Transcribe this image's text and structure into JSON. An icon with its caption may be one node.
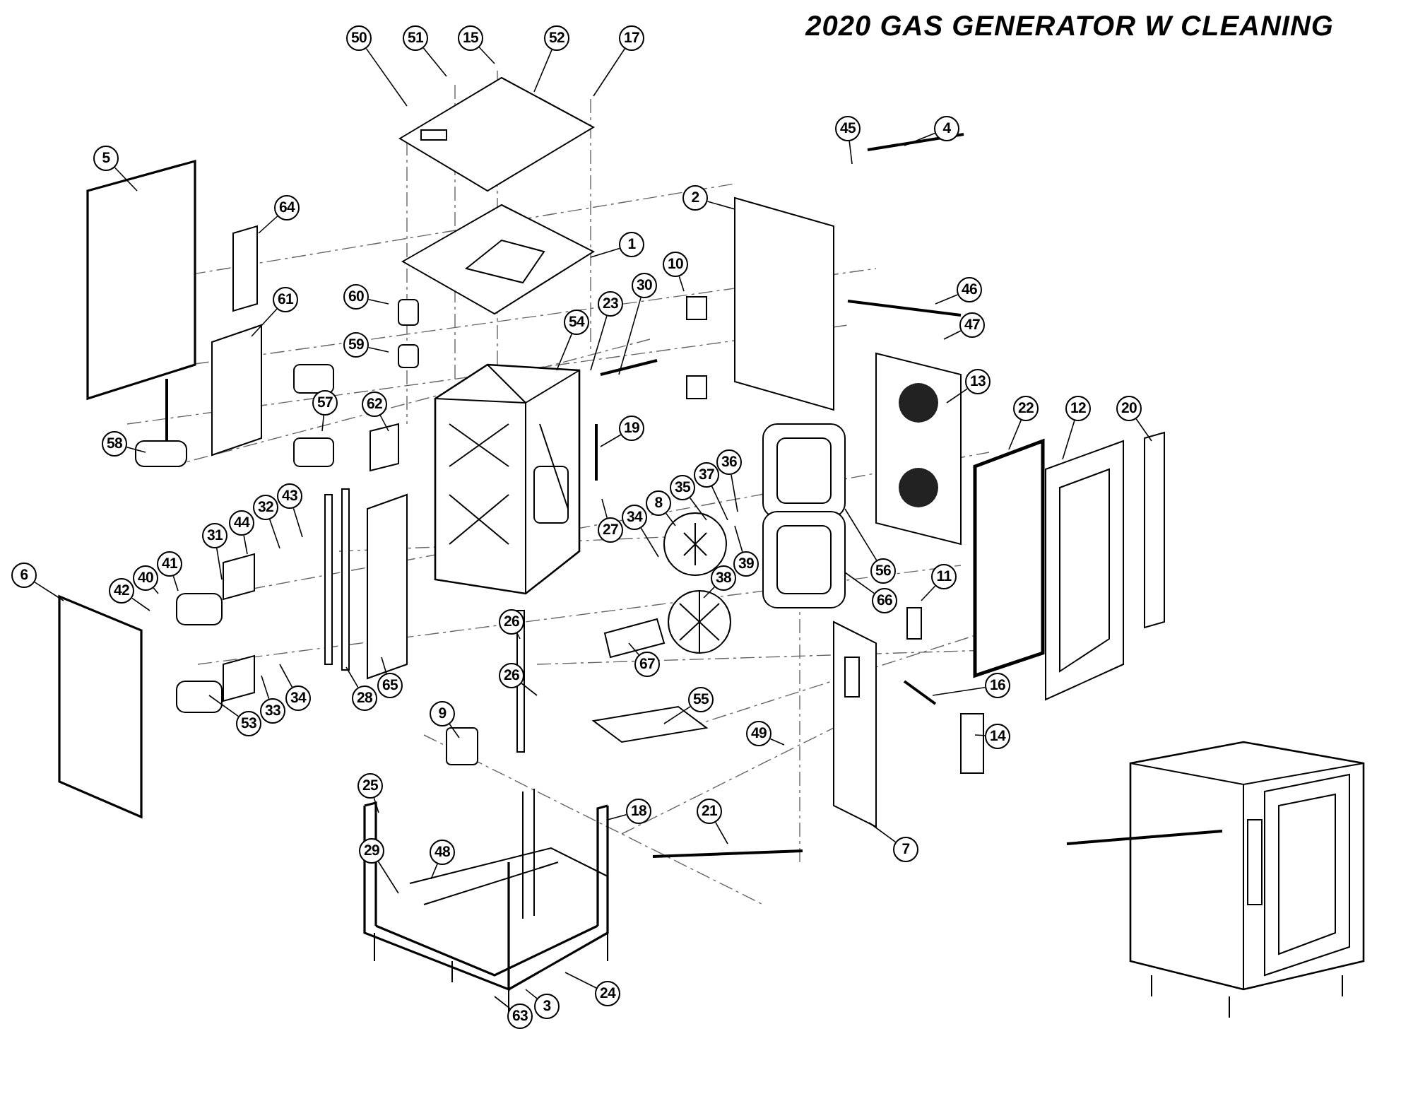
{
  "diagram": {
    "title": "2020 GAS GENERATOR W CLEANING",
    "nodes": [
      {
        "text": [
          "50"
        ]
      },
      {
        "text": [
          "51"
        ]
      },
      {
        "text": [
          "15"
        ]
      },
      {
        "text": [
          "52"
        ]
      },
      {
        "text": [
          "17"
        ]
      },
      {
        "text": [
          "45"
        ]
      },
      {
        "text": [
          "4"
        ]
      },
      {
        "text": [
          "5"
        ]
      },
      {
        "text": [
          "64"
        ]
      },
      {
        "text": [
          "2"
        ]
      },
      {
        "text": [
          "1"
        ]
      },
      {
        "text": [
          "10"
        ]
      },
      {
        "text": [
          "30"
        ]
      },
      {
        "text": [
          "46"
        ]
      },
      {
        "text": [
          "60"
        ]
      },
      {
        "text": [
          "61"
        ]
      },
      {
        "text": [
          "23"
        ]
      },
      {
        "text": [
          "54"
        ]
      },
      {
        "text": [
          "47"
        ]
      },
      {
        "text": [
          "59"
        ]
      },
      {
        "text": [
          "13"
        ]
      },
      {
        "text": [
          "57"
        ]
      },
      {
        "text": [
          "62"
        ]
      },
      {
        "text": [
          "22"
        ]
      },
      {
        "text": [
          "12"
        ]
      },
      {
        "text": [
          "20"
        ]
      },
      {
        "text": [
          "19"
        ]
      },
      {
        "text": [
          "58"
        ]
      },
      {
        "text": [
          "36"
        ]
      },
      {
        "text": [
          "37"
        ]
      },
      {
        "text": [
          "35"
        ]
      },
      {
        "text": [
          "43"
        ]
      },
      {
        "text": [
          "8"
        ]
      },
      {
        "text": [
          "32"
        ]
      },
      {
        "text": [
          "34"
        ]
      },
      {
        "text": [
          "44"
        ]
      },
      {
        "text": [
          "27"
        ]
      },
      {
        "text": [
          "31"
        ]
      },
      {
        "text": [
          "41"
        ]
      },
      {
        "text": [
          "39"
        ]
      },
      {
        "text": [
          "56"
        ]
      },
      {
        "text": [
          "40"
        ]
      },
      {
        "text": [
          "38"
        ]
      },
      {
        "text": [
          "11"
        ]
      },
      {
        "text": [
          "42"
        ]
      },
      {
        "text": [
          "66"
        ]
      },
      {
        "text": [
          "6"
        ]
      },
      {
        "text": [
          "26"
        ]
      },
      {
        "text": [
          "67"
        ]
      },
      {
        "text": [
          "26"
        ]
      },
      {
        "text": [
          "16"
        ]
      },
      {
        "text": [
          "65"
        ]
      },
      {
        "text": [
          "34"
        ]
      },
      {
        "text": [
          "28"
        ]
      },
      {
        "text": [
          "55"
        ]
      },
      {
        "text": [
          "33"
        ]
      },
      {
        "text": [
          "9"
        ]
      },
      {
        "text": [
          "53"
        ]
      },
      {
        "text": [
          "49"
        ]
      },
      {
        "text": [
          "14"
        ]
      },
      {
        "text": [
          "25"
        ]
      },
      {
        "text": [
          "18"
        ]
      },
      {
        "text": [
          "21"
        ]
      },
      {
        "text": [
          "7"
        ]
      },
      {
        "text": [
          "29"
        ]
      },
      {
        "text": [
          "48"
        ]
      },
      {
        "text": [
          "24"
        ]
      },
      {
        "text": [
          "3"
        ]
      },
      {
        "text": [
          "63"
        ]
      }
    ],
    "edges": [
      {
        "from": 0,
        "to": null,
        "arrow": "none"
      },
      {
        "from": 1,
        "to": null,
        "arrow": "none"
      },
      {
        "from": 2,
        "to": null,
        "arrow": "none"
      },
      {
        "from": 3,
        "to": null,
        "arrow": "none"
      },
      {
        "from": 4,
        "to": null,
        "arrow": "none"
      },
      {
        "from": 5,
        "to": null,
        "arrow": "none"
      },
      {
        "from": 6,
        "to": null,
        "arrow": "none"
      },
      {
        "from": 7,
        "to": null,
        "arrow": "none"
      },
      {
        "from": 8,
        "to": null,
        "arrow": "none"
      },
      {
        "from": 9,
        "to": null,
        "arrow": "none"
      },
      {
        "from": 10,
        "to": null,
        "arrow": "none"
      },
      {
        "from": 11,
        "to": null,
        "arrow": "none"
      },
      {
        "from": 12,
        "to": null,
        "arrow": "none"
      },
      {
        "from": 13,
        "to": null,
        "arrow": "none"
      },
      {
        "from": 14,
        "to": null,
        "arrow": "none"
      },
      {
        "from": 15,
        "to": null,
        "arrow": "none"
      },
      {
        "from": 16,
        "to": null,
        "arrow": "none"
      },
      {
        "from": 17,
        "to": null,
        "arrow": "none"
      },
      {
        "from": 18,
        "to": null,
        "arrow": "none"
      },
      {
        "from": 19,
        "to": null,
        "arrow": "none"
      },
      {
        "from": 20,
        "to": null,
        "arrow": "none"
      },
      {
        "from": 21,
        "to": null,
        "arrow": "none"
      },
      {
        "from": 22,
        "to": null,
        "arrow": "none"
      },
      {
        "from": 23,
        "to": null,
        "arrow": "none"
      },
      {
        "from": 24,
        "to": null,
        "arrow": "none"
      },
      {
        "from": 25,
        "to": null,
        "arrow": "none"
      },
      {
        "from": 26,
        "to": null,
        "arrow": "none"
      },
      {
        "from": 27,
        "to": null,
        "arrow": "none"
      },
      {
        "from": 28,
        "to": null,
        "arrow": "none"
      },
      {
        "from": 29,
        "to": null,
        "arrow": "none"
      },
      {
        "from": 30,
        "to": null,
        "arrow": "none"
      },
      {
        "from": 31,
        "to": null,
        "arrow": "none"
      },
      {
        "from": 32,
        "to": null,
        "arrow": "none"
      },
      {
        "from": 33,
        "to": null,
        "arrow": "none"
      },
      {
        "from": 34,
        "to": null,
        "arrow": "none"
      },
      {
        "from": 35,
        "to": null,
        "arrow": "none"
      },
      {
        "from": 36,
        "to": null,
        "arrow": "none"
      },
      {
        "from": 37,
        "to": null,
        "arrow": "none"
      },
      {
        "from": 38,
        "to": null,
        "arrow": "none"
      },
      {
        "from": 39,
        "to": null,
        "arrow": "none"
      },
      {
        "from": 40,
        "to": null,
        "arrow": "none"
      },
      {
        "from": 41,
        "to": null,
        "arrow": "none"
      },
      {
        "from": 42,
        "to": null,
        "arrow": "none"
      },
      {
        "from": 43,
        "to": null,
        "arrow": "none"
      },
      {
        "from": 44,
        "to": null,
        "arrow": "none"
      },
      {
        "from": 45,
        "to": null,
        "arrow": "none"
      },
      {
        "from": 46,
        "to": null,
        "arrow": "none"
      },
      {
        "from": 47,
        "to": null,
        "arrow": "none"
      },
      {
        "from": 48,
        "to": null,
        "arrow": "none"
      },
      {
        "from": 49,
        "to": null,
        "arrow": "none"
      },
      {
        "from": 50,
        "to": null,
        "arrow": "none"
      },
      {
        "from": 51,
        "to": null,
        "arrow": "none"
      },
      {
        "from": 52,
        "to": null,
        "arrow": "none"
      },
      {
        "from": 53,
        "to": null,
        "arrow": "none"
      },
      {
        "from": 54,
        "to": null,
        "arrow": "none"
      },
      {
        "from": 55,
        "to": null,
        "arrow": "none"
      },
      {
        "from": 56,
        "to": null,
        "arrow": "none"
      },
      {
        "from": 57,
        "to": null,
        "arrow": "none"
      },
      {
        "from": 58,
        "to": null,
        "arrow": "none"
      },
      {
        "from": 59,
        "to": null,
        "arrow": "none"
      },
      {
        "from": 60,
        "to": null,
        "arrow": "none"
      },
      {
        "from": 61,
        "to": null,
        "arrow": "none"
      },
      {
        "from": 62,
        "to": null,
        "arrow": "none"
      },
      {
        "from": 63,
        "to": null,
        "arrow": "none"
      },
      {
        "from": 64,
        "to": null,
        "arrow": "none"
      },
      {
        "from": 65,
        "to": null,
        "arrow": "none"
      },
      {
        "from": 66,
        "to": null,
        "arrow": "none"
      },
      {
        "from": 67,
        "to": null,
        "arrow": "none"
      },
      {
        "from": 68,
        "to": null,
        "arrow": "none"
      }
    ]
  }
}
